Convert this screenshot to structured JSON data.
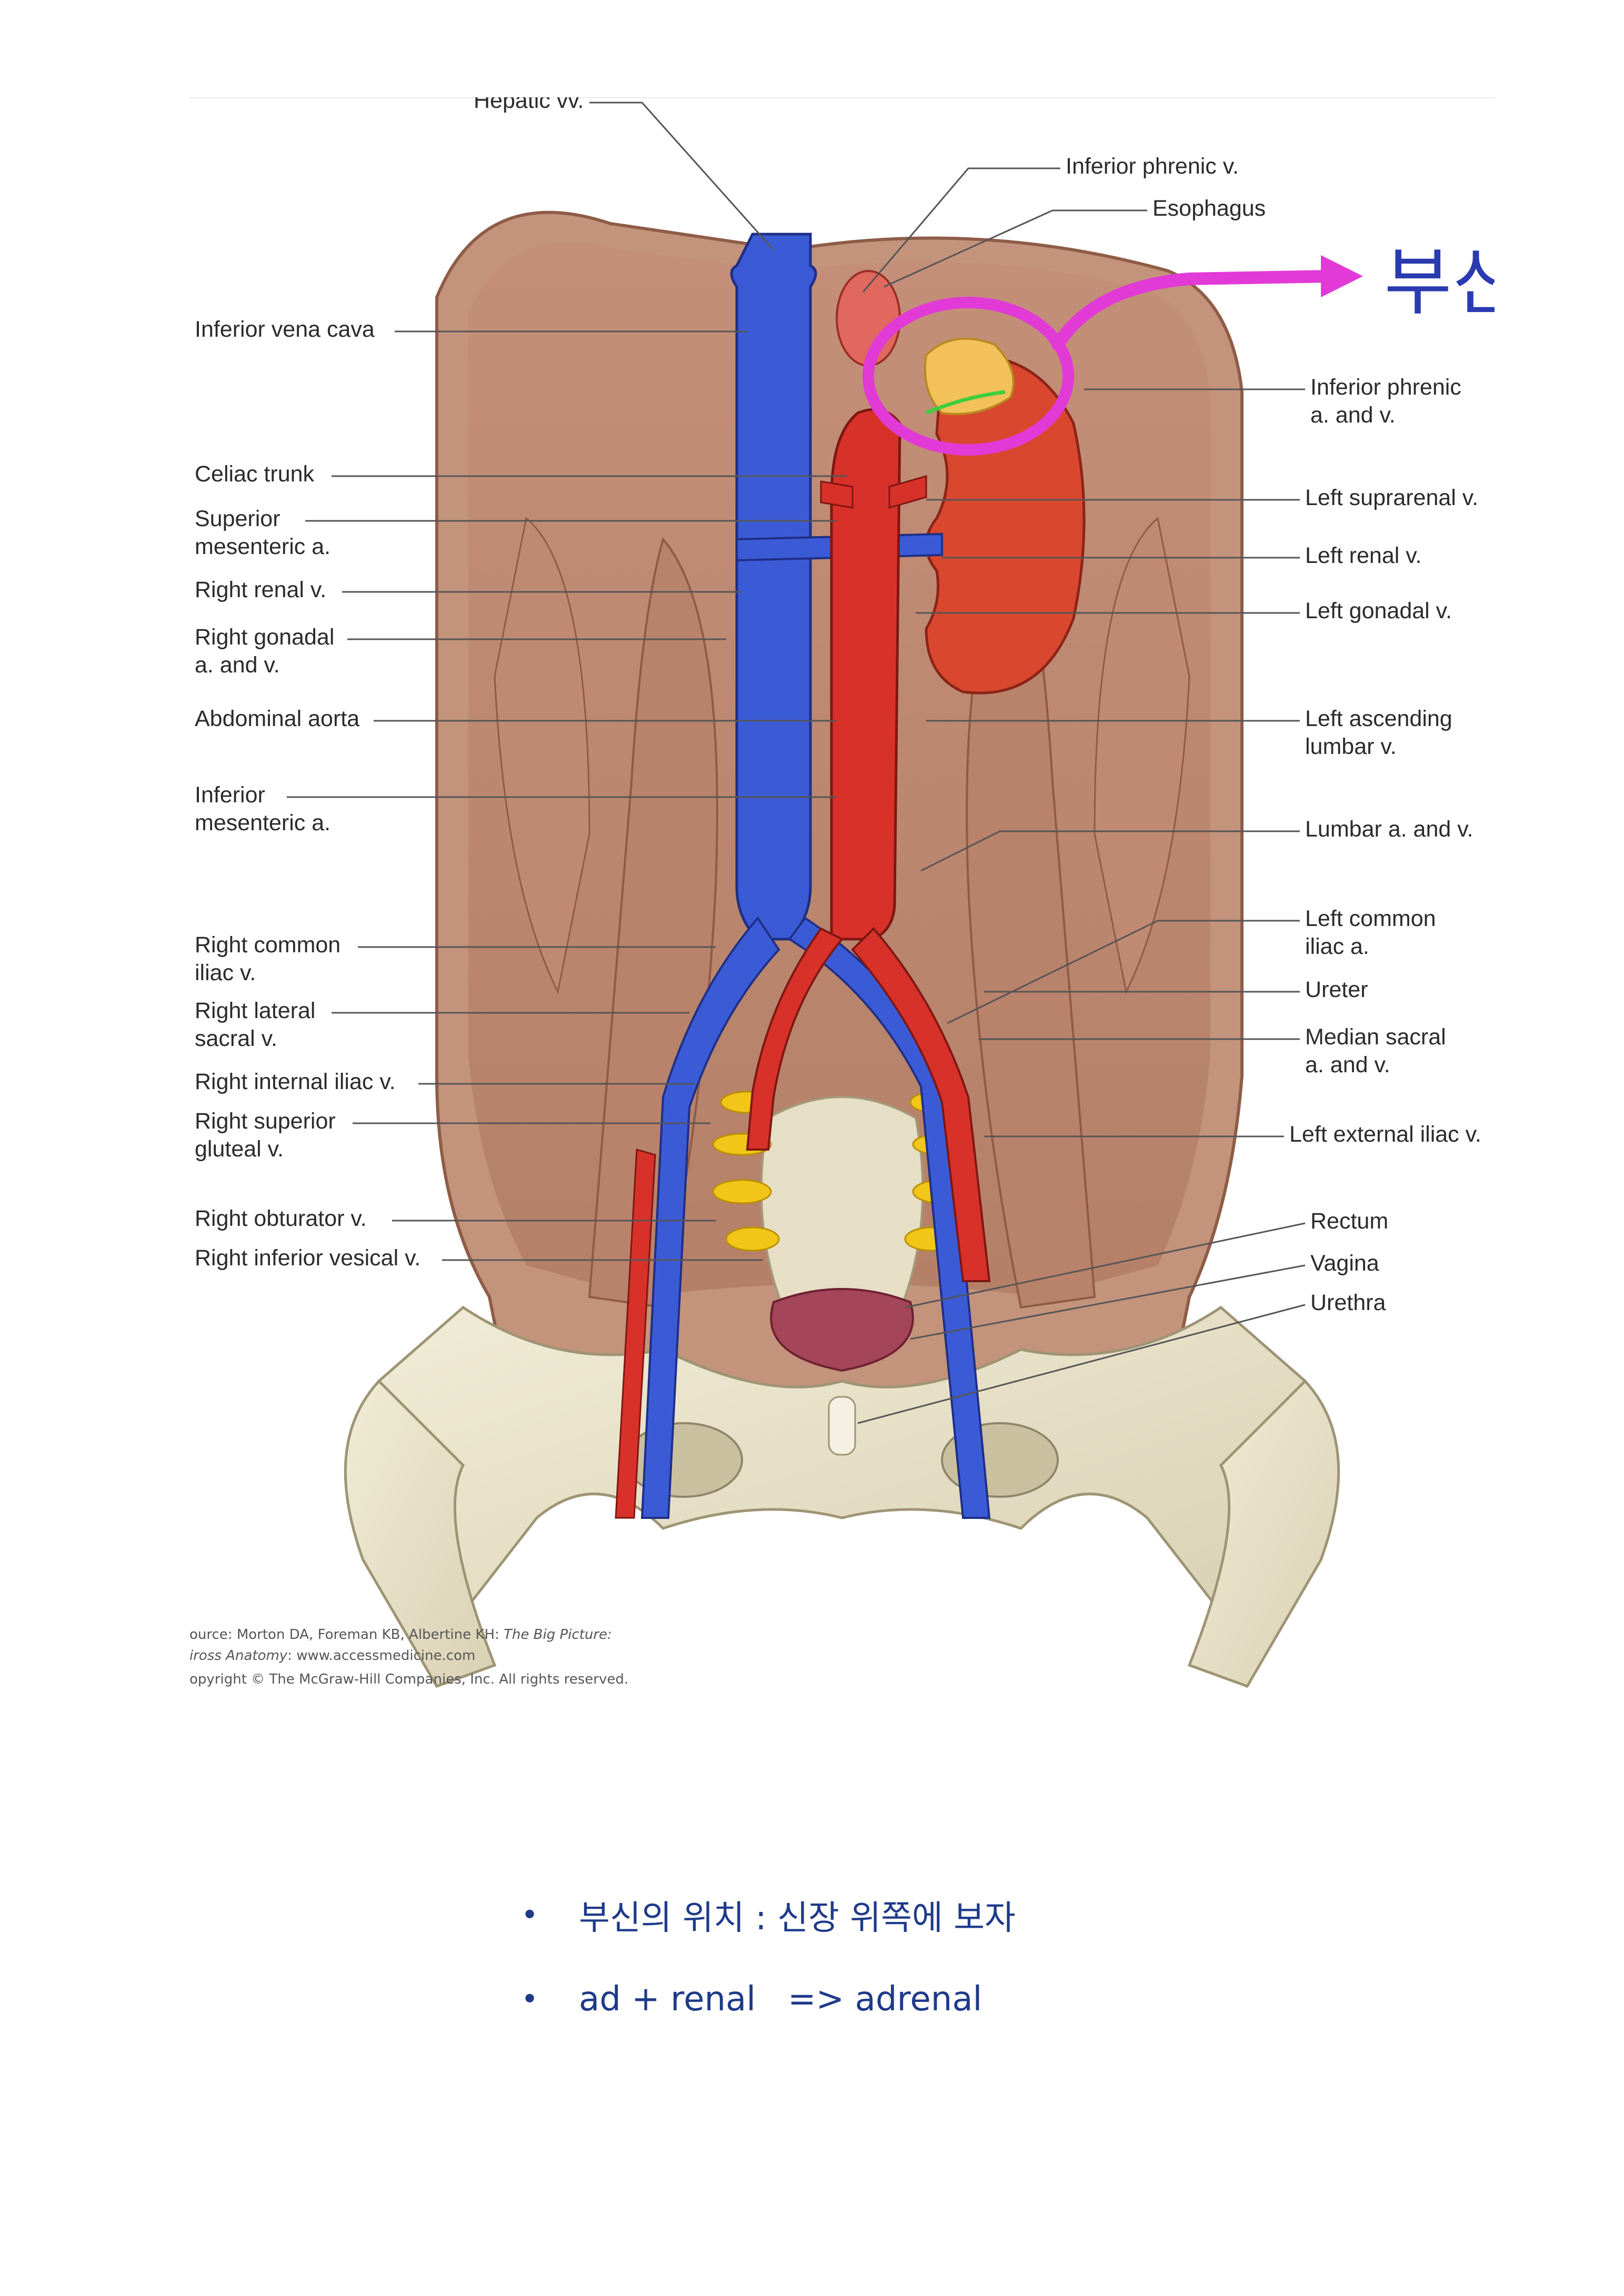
{
  "figure": {
    "labels_left": {
      "hepatic_vv": "Hepatic vv.",
      "ivc": "Inferior vena cava",
      "celiac": "Celiac trunk",
      "sma_1": "Superior",
      "sma_2": "mesenteric a.",
      "right_renal": "Right renal v.",
      "right_gonadal_1": "Right gonadal",
      "right_gonadal_2": "a. and v.",
      "aorta": "Abdominal aorta",
      "ima_1": "Inferior",
      "ima_2": "mesenteric a.",
      "rci_1": "Right common",
      "rci_2": "iliac v.",
      "rls_1": "Right lateral",
      "rls_2": "sacral v.",
      "rii": "Right internal iliac v.",
      "rsg_1": "Right superior",
      "rsg_2": "gluteal v.",
      "robt": "Right obturator v.",
      "riv": "Right inferior vesical v."
    },
    "labels_right": {
      "inf_phrenic_v": "Inferior phrenic v.",
      "esophagus": "Esophagus",
      "inf_phrenic_av_1": "Inferior phrenic",
      "inf_phrenic_av_2": "a. and v.",
      "left_suprarenal": "Left suprarenal v.",
      "left_renal": "Left renal v.",
      "left_gonadal": "Left gonadal v.",
      "left_asc_1": "Left ascending",
      "left_asc_2": "lumbar v.",
      "lumbar": "Lumbar a. and v.",
      "lci_1": "Left common",
      "lci_2": "iliac a.",
      "ureter": "Ureter",
      "median_sacral_1": "Median sacral",
      "median_sacral_2": "a. and v.",
      "lei": "Left external iliac v.",
      "rectum": "Rectum",
      "vagina": "Vagina",
      "urethra": "Urethra"
    },
    "source_line_1_prefix": "ource: Morton DA, Foreman KB, Albertine KH: ",
    "source_line_1_title": "The Big Picture:",
    "source_line_2_title": "iross Anatomy",
    "source_line_2_rest": ": www.accessmedicine.com",
    "source_line_3": "opyright © The McGraw-Hill Companies, Inc. All rights reserved.",
    "handwritten_note": "부신",
    "colors": {
      "vein": "#3b5bd6",
      "artery": "#d8312a",
      "kidney": "#d9472e",
      "adrenal": "#f3c15a",
      "muscle": "#c99b83",
      "highlight": "#e23ad6",
      "nerve": "#f2c618"
    }
  },
  "notes": [
    {
      "bullet": "•",
      "text": "부신의 위치 : 신장 위쪽에 보자"
    },
    {
      "bullet": "•",
      "text": "ad + renal   => adrenal"
    }
  ]
}
